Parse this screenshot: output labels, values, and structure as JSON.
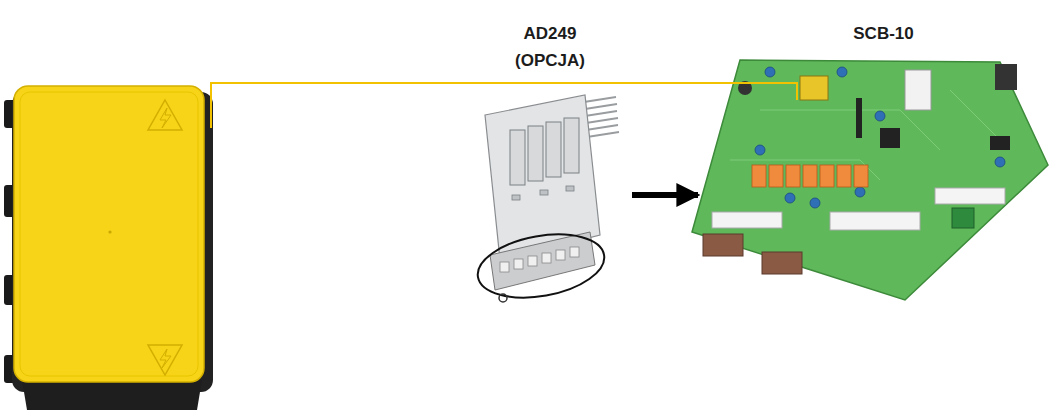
{
  "diagram": {
    "nodes": [
      {
        "text": [
          "AD249 (OPCJA)"
        ]
      },
      {
        "text": [
          "SCB-10"
        ]
      }
    ],
    "edges": [
      {
        "from": 0,
        "to": 1,
        "arrow": "to"
      }
    ]
  }
}
